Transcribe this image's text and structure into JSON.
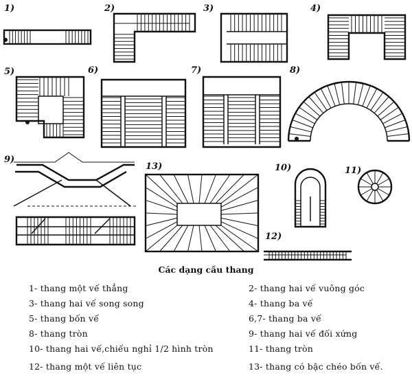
{
  "labels": [
    "1)",
    "2)",
    "3)",
    "4)",
    "5)",
    "6)",
    "7)",
    "8)",
    "9)",
    "13)",
    "10)",
    "11)",
    "12)"
  ],
  "caption": "Các dạng cầu thang",
  "legend": [
    "1- thang một vế thẳng",
    "2- thang hai vế vuông góc",
    "3- thang hai vế song song",
    "4- thang ba vế",
    "5- thang bốn vế",
    "6,7- thang ba vế",
    "8- thang tròn",
    "9- thang hai vế đối xứng",
    "10- thang hai vế,chiếu nghỉ 1/2 hình tròn",
    "11- thang tròn",
    "12- thang một vế liên tục",
    "13- thang có bậc chéo bốn vế."
  ]
}
